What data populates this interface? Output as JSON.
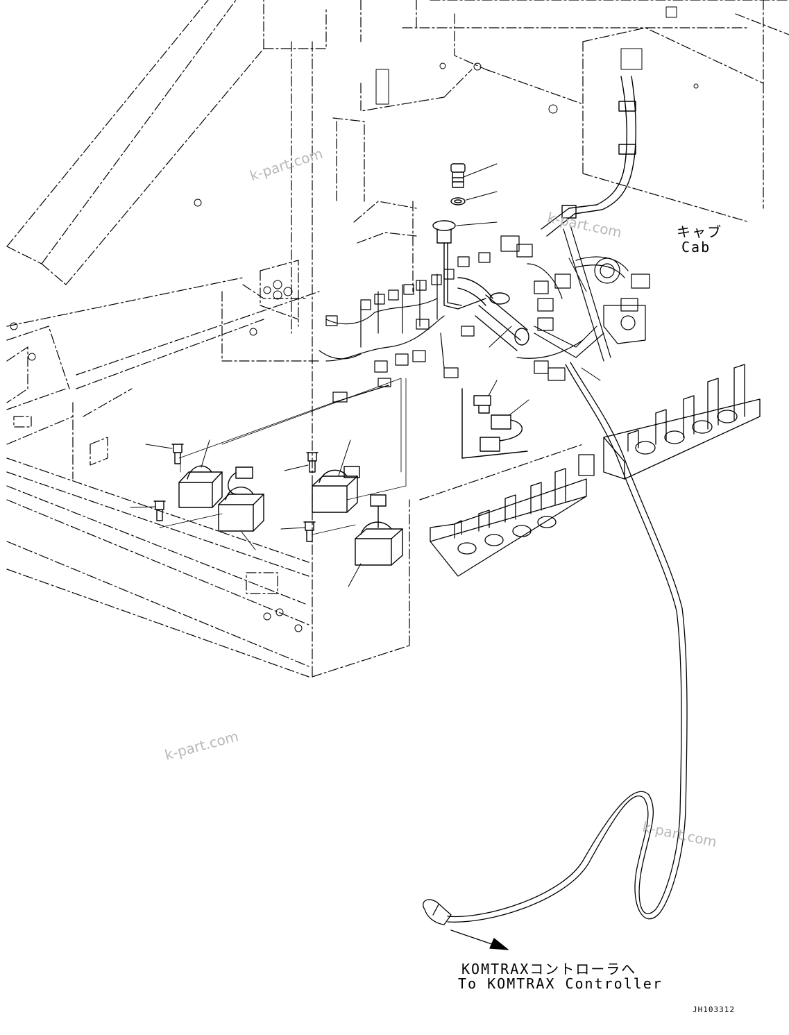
{
  "labels": {
    "cab_jp": "キャブ",
    "cab_en": "Cab",
    "destination_jp": "KOMTRAXコントローラへ",
    "destination_en": "To KOMTRAX Controller",
    "figure_id": "JH103312"
  },
  "watermarks": [
    "k-part.com",
    "k-part.com",
    "k-part.com",
    "k-part.com"
  ]
}
